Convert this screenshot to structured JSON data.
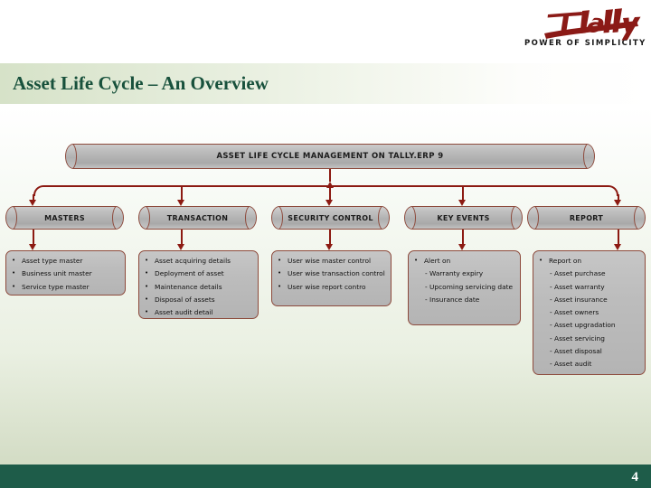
{
  "brand": {
    "logo_text": "Tally",
    "tagline": "POWER OF SIMPLICITY",
    "logo_color": "#8b1a16"
  },
  "slide": {
    "title": "Asset Life Cycle – An  Overview",
    "title_color": "#18513c",
    "page_number": "4",
    "footer_color": "#1e5c49"
  },
  "diagram": {
    "type": "org-chart",
    "root_label": "ASSET LIFE CYCLE MANAGEMENT ON TALLY.ERP 9",
    "accent_color": "#8c1a12",
    "box_border_color": "#8d4a3c",
    "columns": [
      {
        "header": "MASTERS",
        "items": [
          {
            "bullet": "•",
            "text": "Asset type master"
          },
          {
            "bullet": "•",
            "text": "Business unit master"
          },
          {
            "bullet": "•",
            "text": "Service type master"
          }
        ],
        "subitems": []
      },
      {
        "header": "TRANSACTION",
        "items": [
          {
            "bullet": "•",
            "text": "Asset acquiring details"
          },
          {
            "bullet": "•",
            "text": "Deployment of asset"
          },
          {
            "bullet": "•",
            "text": "Maintenance details"
          },
          {
            "bullet": "•",
            "text": "Disposal of assets"
          },
          {
            "bullet": "•",
            "text": "Asset audit detail"
          }
        ],
        "subitems": []
      },
      {
        "header": "SECURITY CONTROL",
        "items": [
          {
            "bullet": "•",
            "text": "User wise master control"
          },
          {
            "bullet": "•",
            "text": "User wise transaction control"
          },
          {
            "bullet": "•",
            "text": "User wise report contro"
          }
        ],
        "subitems": []
      },
      {
        "header": "KEY EVENTS",
        "items": [
          {
            "bullet": "•",
            "text": "Alert on"
          }
        ],
        "subitems": [
          "- Warranty expiry",
          "- Upcoming servicing date",
          "- Insurance date"
        ]
      },
      {
        "header": "REPORT",
        "items": [
          {
            "bullet": "•",
            "text": "Report on"
          }
        ],
        "subitems": [
          "- Asset purchase",
          "- Asset warranty",
          "- Asset insurance",
          "- Asset owners",
          "- Asset upgradation",
          "- Asset servicing",
          "- Asset disposal",
          "- Asset audit"
        ]
      }
    ]
  }
}
